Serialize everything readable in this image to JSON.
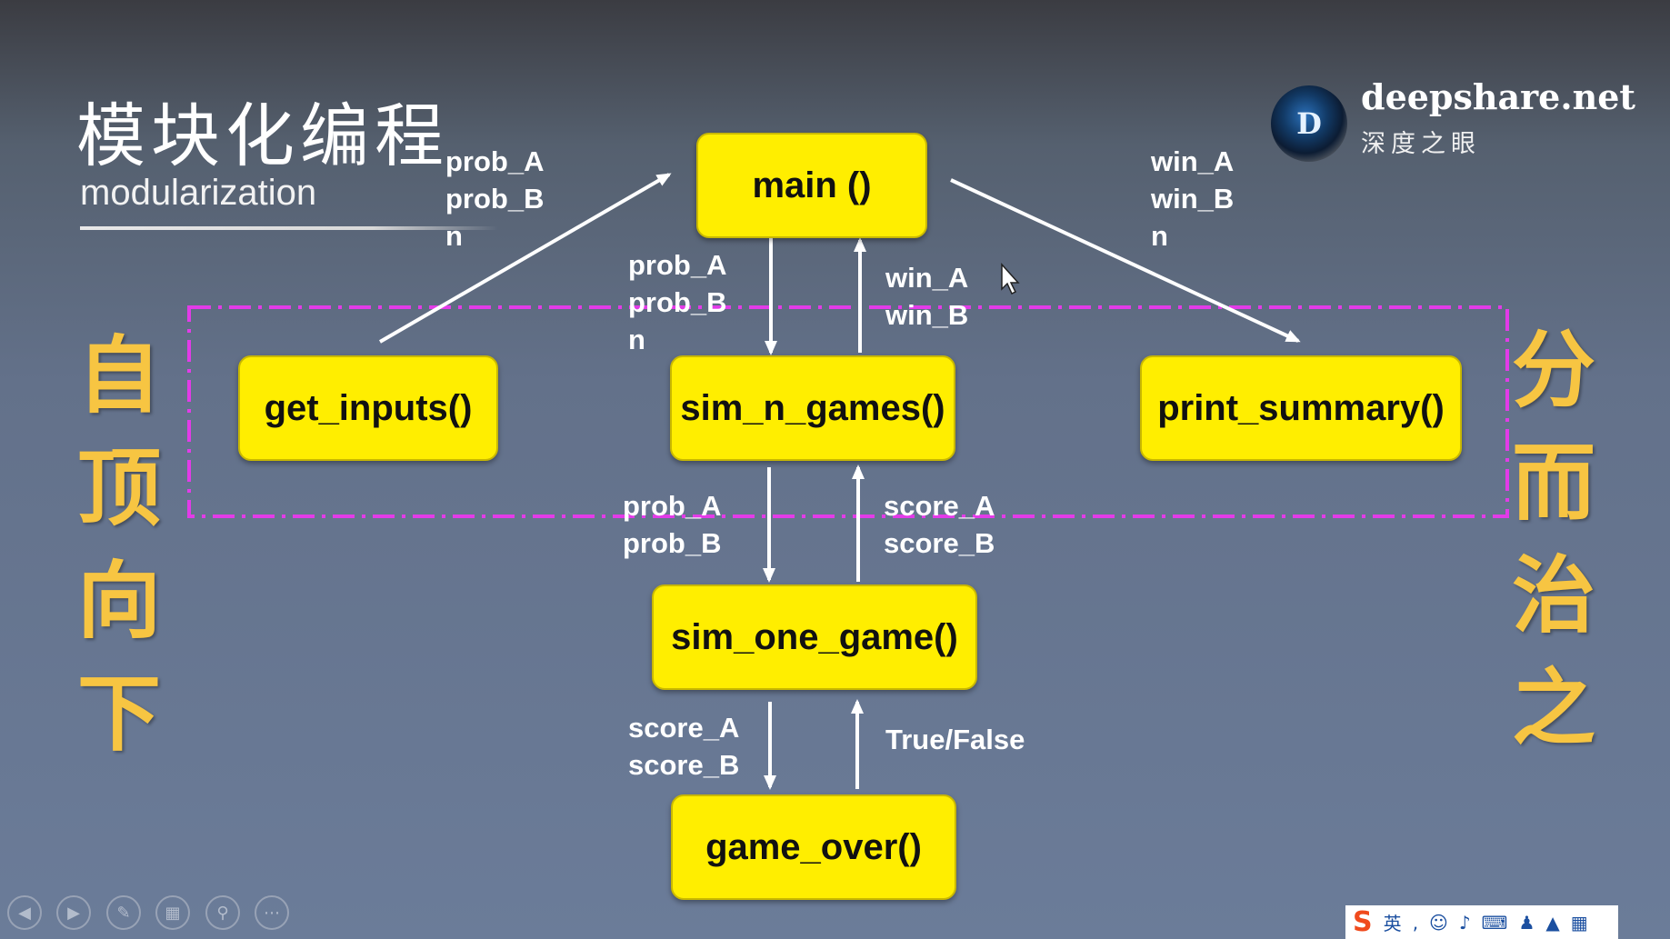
{
  "slide": {
    "title_cn": "模块化编程",
    "title_en": "modularization",
    "left_side_text": [
      "自",
      "顶",
      "向",
      "下"
    ],
    "right_side_text": [
      "分",
      "而",
      "治",
      "之"
    ]
  },
  "logo": {
    "name": "deepshare.net",
    "subtitle": "深度之眼",
    "mark": "D"
  },
  "diagram": {
    "boxes": {
      "main": "main ()",
      "get_inputs": "get_inputs()",
      "sim_n_games": "sim_n_games()",
      "print_summary": "print_summary()",
      "sim_one_game": "sim_one_game()",
      "game_over": "game_over()"
    },
    "labels": {
      "get_inputs_to_main": "prob_A\nprob_B\nn",
      "main_to_print_summary": "win_A\nwin_B\nn",
      "main_to_sim_n_games": "prob_A\nprob_B\nn",
      "sim_n_games_to_main": "win_A\nwin_B",
      "sim_n_games_to_sim_one_game": "prob_A\nprob_B",
      "sim_one_game_to_sim_n_games": "score_A\nscore_B",
      "sim_one_game_to_game_over": "score_A\nscore_B",
      "game_over_to_sim_one_game": "True/False"
    },
    "highlight_color": "#e23be8",
    "box_color": "#ffee00",
    "side_text_color": "#f7c542"
  },
  "toolbar": {
    "icons": [
      "prev-icon",
      "next-icon",
      "pen-icon",
      "slides-icon",
      "zoom-icon",
      "more-icon"
    ]
  },
  "ime": {
    "lang": "英"
  }
}
